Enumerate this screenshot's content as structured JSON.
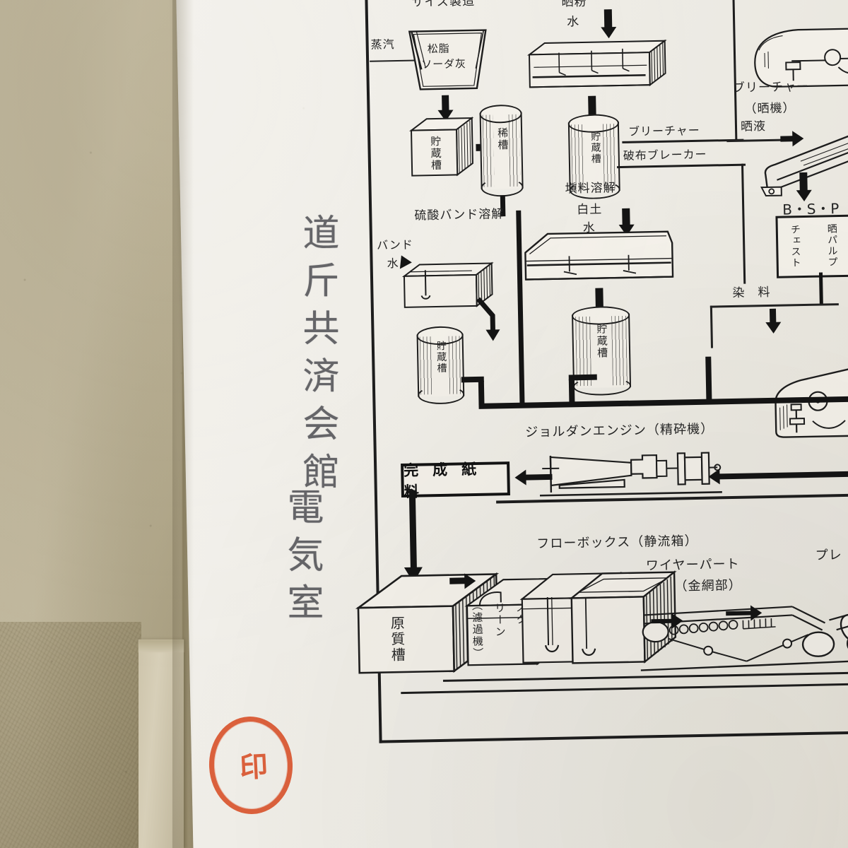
{
  "scene": {
    "description": "Photograph of an aged Japanese book: a printed papermaking process-flow illustration on a white page, a tan cloth cover at left, handwritten vertical ink inscription, and a red oval hanko seal.",
    "cover_color": "#bdb49a",
    "page_color": "#f1efe9",
    "ink_color": "#1b1b1b",
    "seal_color": "#d9491f"
  },
  "handwriting": {
    "text": "道斤共済会館 電気室",
    "line1": "道斤共済会館",
    "line2": "電気室"
  },
  "seal": {
    "glyphs": "印",
    "shape": "oval"
  },
  "diagram": {
    "title_visible": false,
    "labels": {
      "size_manufacture": "サイズ製造",
      "steam": "蒸汽",
      "rosin_soda": "松脂\nソーダ灰",
      "storage_tank": "貯蔵槽",
      "dilution_tank": "稀槽",
      "bleach_powder": "晒粉",
      "water": "水",
      "bleacher": "ブリーチャー",
      "bleacher_sub": "（晒機）",
      "bleach_liquor": "晒液",
      "rag_breaker": "破布ブレーカー",
      "bleacher_line": "ブリーチャー",
      "bsp": "B・S・P",
      "bsp_chest_a": "チェスト",
      "bsp_chest_b": "晒パルプ",
      "dye": "染　料",
      "alum_dissolve": "硫酸バンド溶解",
      "alum": "バンド",
      "alum_water": "水",
      "filler_dissolve": "塡料溶解",
      "clay": "白土",
      "clay_water": "水",
      "jordan": "ジョルダンエンジン（精砕機）",
      "finished_stock": "完 成 紙 料",
      "stock_chest": "原質槽",
      "screen_a": "スク",
      "screen_b": "リーン",
      "screen_c": "（濾過機）",
      "flow_box": "フローボックス（静流箱）",
      "wire_part": "ワイヤーパート",
      "wire_part_sub": "（金網部）",
      "press_part": "プレ"
    },
    "flow_sequence": [
      "サイズ製造",
      "貯蔵槽",
      "稀槽",
      "晒粉水",
      "貯蔵槽",
      "破布ブレーカー",
      "ブリーチャー（晒機）",
      "B・S・P 晒パルプチェスト",
      "硫酸バンド溶解",
      "塡料溶解（白土）",
      "ジョルダンエンジン（精砕機）",
      "完成紙料",
      "原質槽",
      "スクリーン（濾過機）",
      "フローボックス（静流箱）",
      "ワイヤーパート（金網部）",
      "プレスパート"
    ]
  }
}
